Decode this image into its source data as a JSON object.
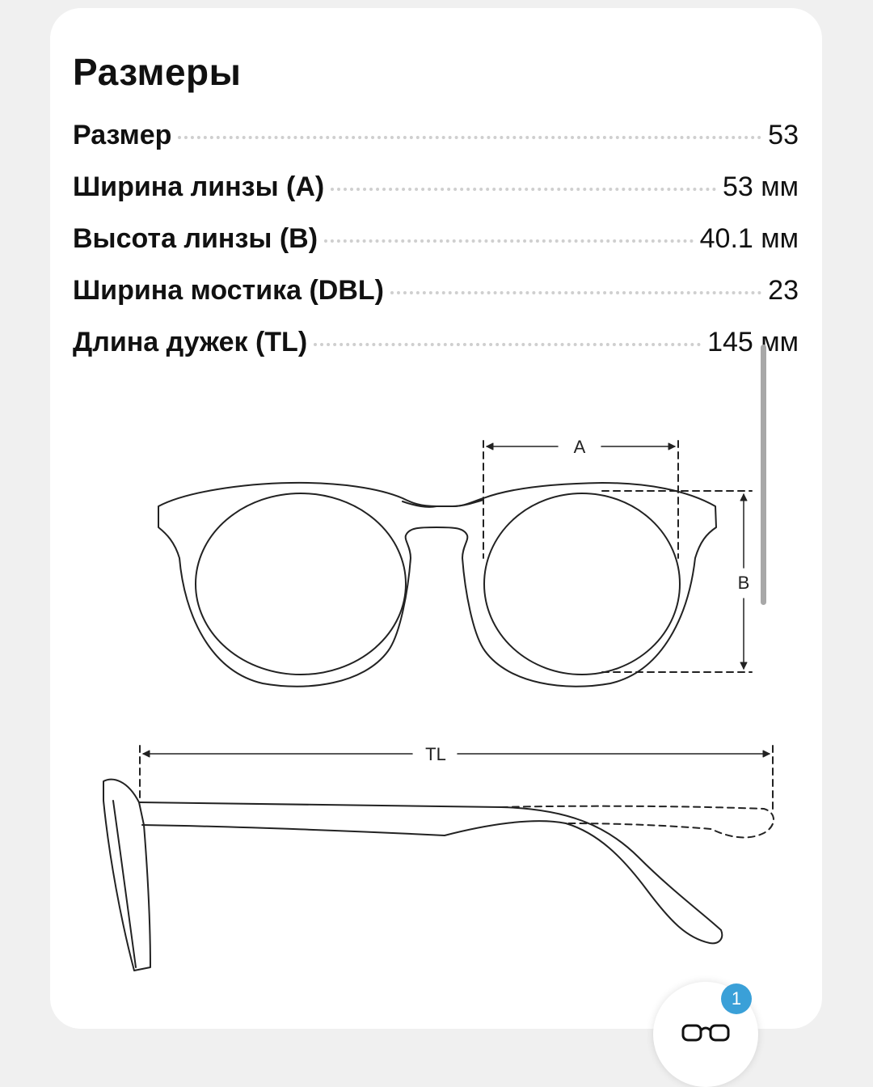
{
  "section": {
    "title": "Размеры"
  },
  "specs": [
    {
      "label": "Размер",
      "value": "53"
    },
    {
      "label": "Ширина линзы (A)",
      "value": "53 мм"
    },
    {
      "label": "Высота линзы (B)",
      "value": "40.1 мм"
    },
    {
      "label": "Ширина мостика (DBL)",
      "value": "23"
    },
    {
      "label": "Длина дужек (TL)",
      "value": "145 мм"
    }
  ],
  "diagram": {
    "label_a": "A",
    "label_b": "B",
    "label_tl": "TL"
  },
  "fab": {
    "badge_count": "1",
    "icon": "glasses-icon"
  },
  "colors": {
    "badge": "#3aa0d8",
    "background": "#f0f0f0",
    "card": "#ffffff"
  }
}
